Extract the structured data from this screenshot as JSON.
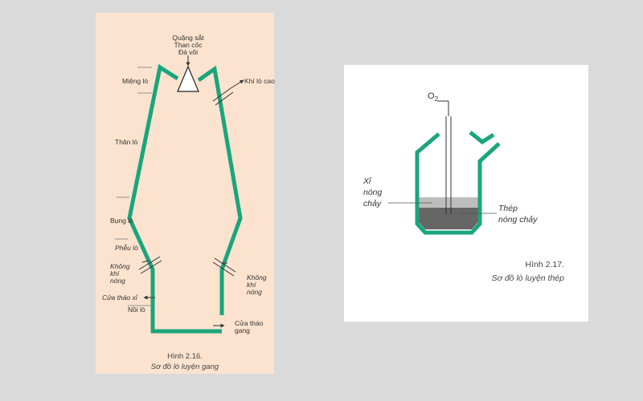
{
  "figures": [
    {
      "caption_number": "Hình 2.16.",
      "caption_title": "Sơ đồ lò luyện gang",
      "labels": {
        "charge_1": "Quặng sắt",
        "charge_2": "Than cốc",
        "charge_3": "Đá vôi",
        "mieng_lo": "Miệng lò",
        "khi_lo_cao": "Khí lò cao",
        "than_lo": "Thân lò",
        "bung_lo": "Bụng lò",
        "pheu_lo": "Phễu lò",
        "air_left_1": "Không",
        "air_left_2": "khí",
        "air_left_3": "nóng",
        "air_right_1": "Không",
        "air_right_2": "khí",
        "air_right_3": "nóng",
        "cua_thao_xi": "Cửa tháo xỉ",
        "noi_lo": "Nồi lò",
        "cua_thao_gang_1": "Cửa tháo",
        "cua_thao_gang_2": "gang"
      },
      "colors": {
        "wall": "#1aa57d",
        "background": "#fbe3cf"
      }
    },
    {
      "caption_number": "Hình 2.17.",
      "caption_title": "Sơ đồ lò luyện thép",
      "labels": {
        "oxygen_base": "O",
        "oxygen_sub": "2",
        "xi_1": "Xỉ",
        "xi_2": "nóng",
        "xi_3": "chảy",
        "thep_1": "Thép",
        "thep_2": "nóng chảy"
      },
      "colors": {
        "wall": "#1aa57d",
        "slag": "#bdbdbd",
        "steel": "#666666",
        "background": "#ffffff"
      }
    }
  ]
}
